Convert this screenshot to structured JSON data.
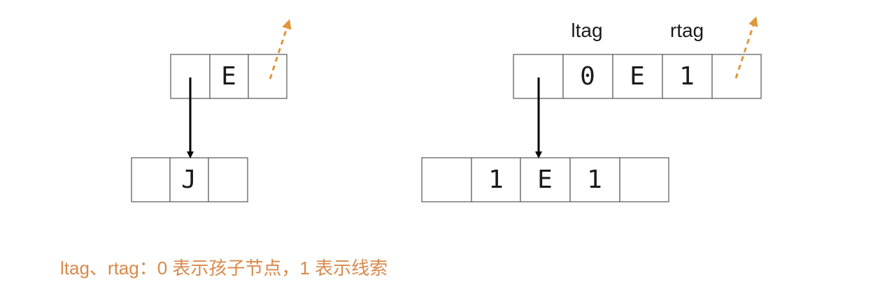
{
  "left_diagram": {
    "top_node": [
      "",
      "E",
      ""
    ],
    "child_node": [
      "",
      "J",
      ""
    ]
  },
  "right_diagram": {
    "headers": {
      "ltag": "ltag",
      "rtag": "rtag"
    },
    "top_node": [
      "",
      "0",
      "E",
      "1",
      ""
    ],
    "child_node": [
      "",
      "1",
      "E",
      "1",
      ""
    ]
  },
  "legend": {
    "text": "ltag、rtag：0 表示孩子节点，1 表示线索"
  },
  "colors": {
    "cell_border": "#555555",
    "child_arrow": "#000000",
    "thread_arrow": "#e0963a",
    "legend_text": "#d9894a"
  }
}
